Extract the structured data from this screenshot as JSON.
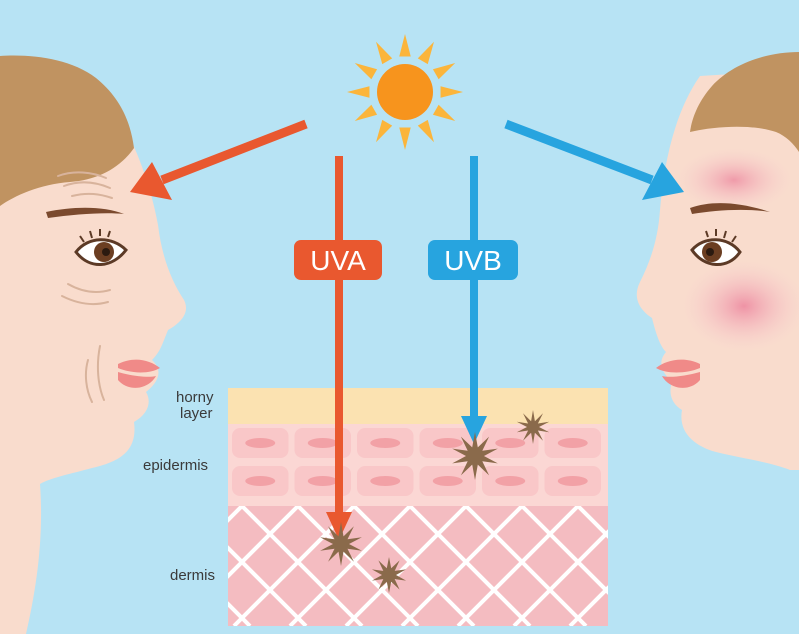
{
  "rays": {
    "uva_label": "UVA",
    "uvb_label": "UVB"
  },
  "layers": {
    "horny_line1": "horny",
    "horny_line2": "layer",
    "epidermis": "epidermis",
    "dermis": "dermis"
  },
  "icons": {
    "sun": "sun-icon",
    "damage": "damage-star-icon"
  },
  "colors": {
    "background": "#b7e3f4",
    "uva": "#e9582f",
    "uvb": "#27a4df",
    "sun": "#f7941d",
    "sun_rays": "#fbb53b",
    "skin": "#f9dccd",
    "hair": "#c09361",
    "horny_layer": "#fbe2b1",
    "epidermis": "#fbd7d4",
    "cell": "#f2a1a6",
    "dermis": "#f4bcc1",
    "damage_star": "#8a6a4b"
  }
}
